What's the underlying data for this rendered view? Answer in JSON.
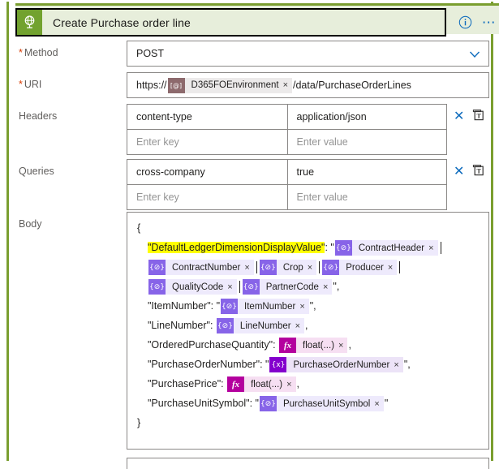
{
  "header": {
    "title": "Create Purchase order line",
    "connector_icon": "globe-icon",
    "info_icon": "info-icon",
    "more_icon": "ellipsis-icon",
    "accent_color": "#72a22f",
    "background_color": "#e7eedb"
  },
  "fields": {
    "method": {
      "label": "Method",
      "required_marker": "*",
      "value": "POST",
      "chevron_icon": "chevron-down-icon"
    },
    "uri": {
      "label": "URI",
      "required_marker": "*",
      "prefix": "https://",
      "token": {
        "icon_glyph": "[@]",
        "label": "D365FOEnvironment",
        "remove_glyph": "×"
      },
      "suffix": "/data/PurchaseOrderLines"
    },
    "headers": {
      "label": "Headers",
      "rows": [
        {
          "key": "content-type",
          "value": "application/json",
          "placeholder": false
        },
        {
          "key": "Enter key",
          "value": "Enter value",
          "placeholder": true
        }
      ],
      "delete_glyph": "✕",
      "text_mode_icon": "switch-to-text-mode-icon"
    },
    "queries": {
      "label": "Queries",
      "rows": [
        {
          "key": "cross-company",
          "value": "true",
          "placeholder": false
        },
        {
          "key": "Enter key",
          "value": "Enter value",
          "placeholder": true
        }
      ],
      "delete_glyph": "✕",
      "text_mode_icon": "switch-to-text-mode-icon"
    },
    "body": {
      "label": "Body",
      "open_brace": "{",
      "close_brace": "}",
      "lines": [
        {
          "key": "\"DefaultLedgerDimensionDisplayValue\": \"",
          "key_highlighted": "\"DefaultLedgerDimensionDisplayValue\"",
          "key_suffix": ": \"",
          "highlight_color": "#ffff00",
          "tokens": [
            {
              "type": "dyn",
              "label": "ContractHeader"
            }
          ],
          "trailing": ""
        },
        {
          "key": "",
          "tokens": [
            {
              "type": "dyn",
              "label": "ContractNumber"
            },
            {
              "type": "dyn",
              "label": "Crop"
            },
            {
              "type": "dyn",
              "label": "Producer"
            }
          ],
          "trailing": ""
        },
        {
          "key": "",
          "tokens": [
            {
              "type": "dyn",
              "label": "QualityCode"
            },
            {
              "type": "dyn",
              "label": "PartnerCode"
            }
          ],
          "trailing": "\","
        },
        {
          "key": "\"ItemNumber\": \"",
          "tokens": [
            {
              "type": "dyn",
              "label": "ItemNumber"
            }
          ],
          "trailing": "\","
        },
        {
          "key": "\"LineNumber\": ",
          "tokens": [
            {
              "type": "dyn",
              "label": "LineNumber"
            }
          ],
          "trailing": ","
        },
        {
          "key": "\"OrderedPurchaseQuantity\": ",
          "tokens": [
            {
              "type": "expr",
              "label": "float(...)"
            }
          ],
          "trailing": ","
        },
        {
          "key": "\"PurchaseOrderNumber\": \"",
          "tokens": [
            {
              "type": "varb",
              "label": "PurchaseOrderNumber"
            }
          ],
          "trailing": "\","
        },
        {
          "key": "\"PurchasePrice\": ",
          "tokens": [
            {
              "type": "expr",
              "label": "float(...)"
            }
          ],
          "trailing": ","
        },
        {
          "key": "\"PurchaseUnitSymbol\": \"",
          "tokens": [
            {
              "type": "dyn",
              "label": "PurchaseUnitSymbol"
            }
          ],
          "trailing": "\""
        }
      ],
      "token_icons": {
        "dyn": "{⊘}",
        "expr": "fx",
        "varb": "{x}",
        "conn": "[@]"
      },
      "token_colors": {
        "dyn_icon": "#8764e8",
        "dyn_pill": "#eeeafc",
        "expr_icon": "#b4009e",
        "expr_pill": "#f6dff2",
        "varb_icon": "#8400cd",
        "varb_pill": "#ece3f7",
        "conn_icon": "#8d6a6d",
        "conn_pill": "#eceaea"
      },
      "remove_glyph": "×"
    }
  }
}
